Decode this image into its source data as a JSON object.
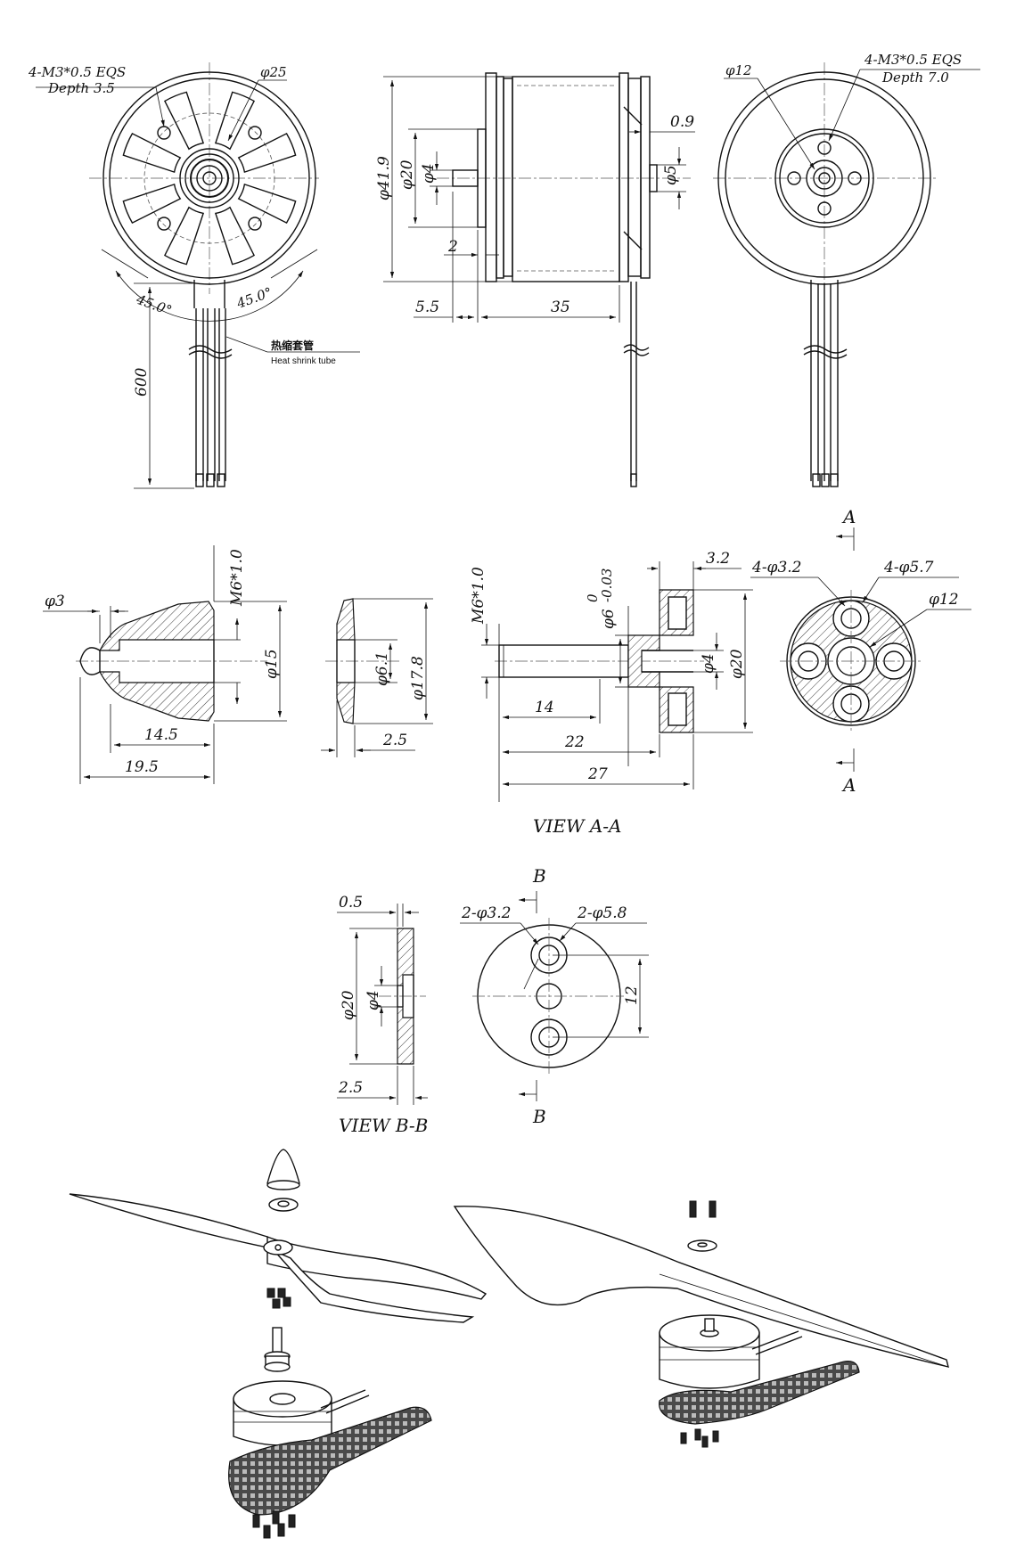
{
  "front_view": {
    "thread_note_line1": "4-M3*0.5 EQS",
    "thread_note_line2": "Depth 3.5",
    "bolt_circle_dia": "φ25",
    "angle_left": "45.0°",
    "angle_right": "45.0°",
    "lead_length": "600",
    "tube_label_cn": "热缩套管",
    "tube_label_en": "Heat shrink tube"
  },
  "side_view": {
    "outer_dia": "φ41.9",
    "flange_dia": "φ20",
    "shaft_dia": "φ4",
    "rear_shaft_dia": "φ5",
    "rear_step": "0.9",
    "shaft_step": "2",
    "shaft_length": "5.5",
    "body_length": "35"
  },
  "rear_view": {
    "center_dia": "φ12",
    "thread_note_line1": "4-M3*0.5 EQS",
    "thread_note_line2": "Depth 7.0"
  },
  "spinner": {
    "tip_dia": "φ3",
    "thread": "M6*1.0",
    "base_dia": "φ15",
    "inner_length": "14.5",
    "total_length": "19.5"
  },
  "washer": {
    "bore_dia": "φ6.1",
    "outer_dia": "φ17.8",
    "thickness": "2.5"
  },
  "prop_adapter": {
    "thread": "M6*1.0",
    "shaft_dia": "φ6",
    "tol_upper": "0",
    "tol_lower": "-0.03",
    "flange_thickness": "3.2",
    "bore_dia": "φ4",
    "flange_dia": "φ20",
    "thread_length": "14",
    "len_22": "22",
    "len_27": "27",
    "view_title": "VIEW  A-A",
    "section_mark": "A",
    "holes_small": "4-φ3.2",
    "holes_large": "4-φ5.7",
    "hub_dia": "φ12"
  },
  "plate_b": {
    "step": "0.5",
    "outer_dia": "φ20",
    "bore_dia": "φ4",
    "thickness": "2.5",
    "view_title": "VIEW  B-B",
    "section_mark": "B",
    "holes_small": "2-φ3.2",
    "holes_large": "2-φ5.8",
    "hole_spacing": "12"
  }
}
